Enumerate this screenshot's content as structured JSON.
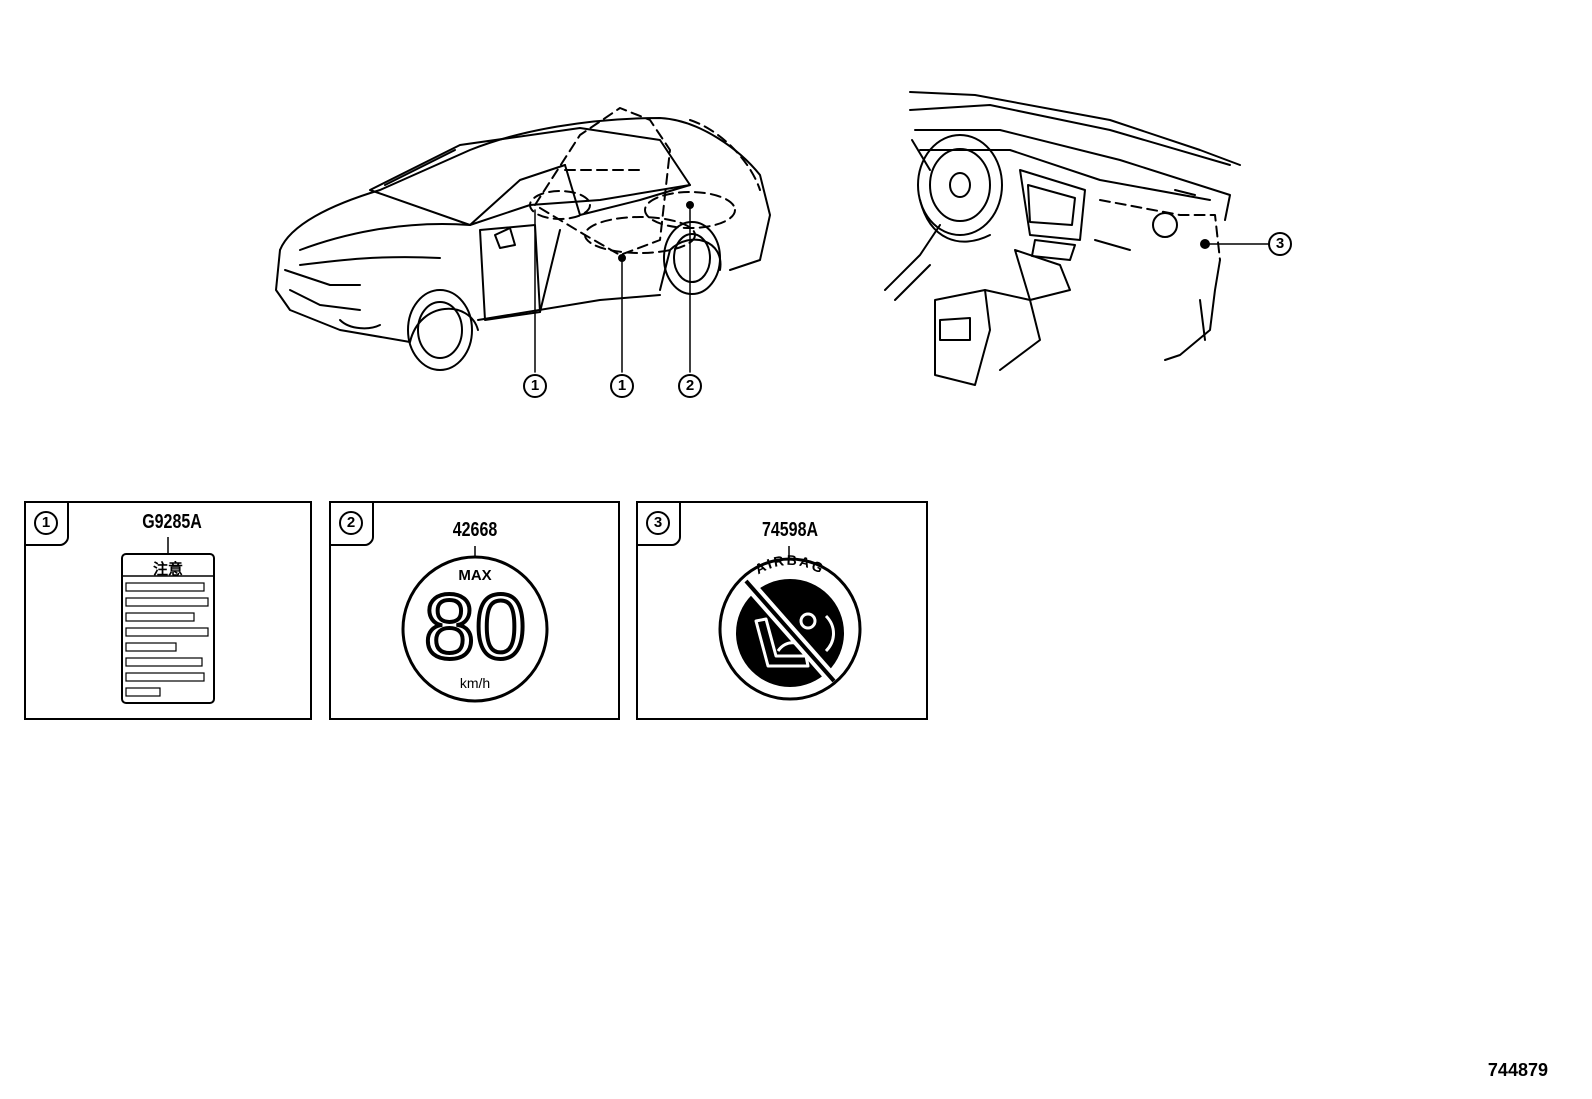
{
  "callouts": {
    "car_1a": "1",
    "car_1b": "1",
    "car_2": "2",
    "dash_3": "3"
  },
  "panels": [
    {
      "number": "1",
      "part_no": "G9285A",
      "label_header": "注意"
    },
    {
      "number": "2",
      "part_no": "42668",
      "sign_top": "MAX",
      "sign_value": "80",
      "sign_unit": "km/h"
    },
    {
      "number": "3",
      "part_no": "74598A",
      "sign_text": "AIRBAG"
    }
  ],
  "doc_number": "744879"
}
